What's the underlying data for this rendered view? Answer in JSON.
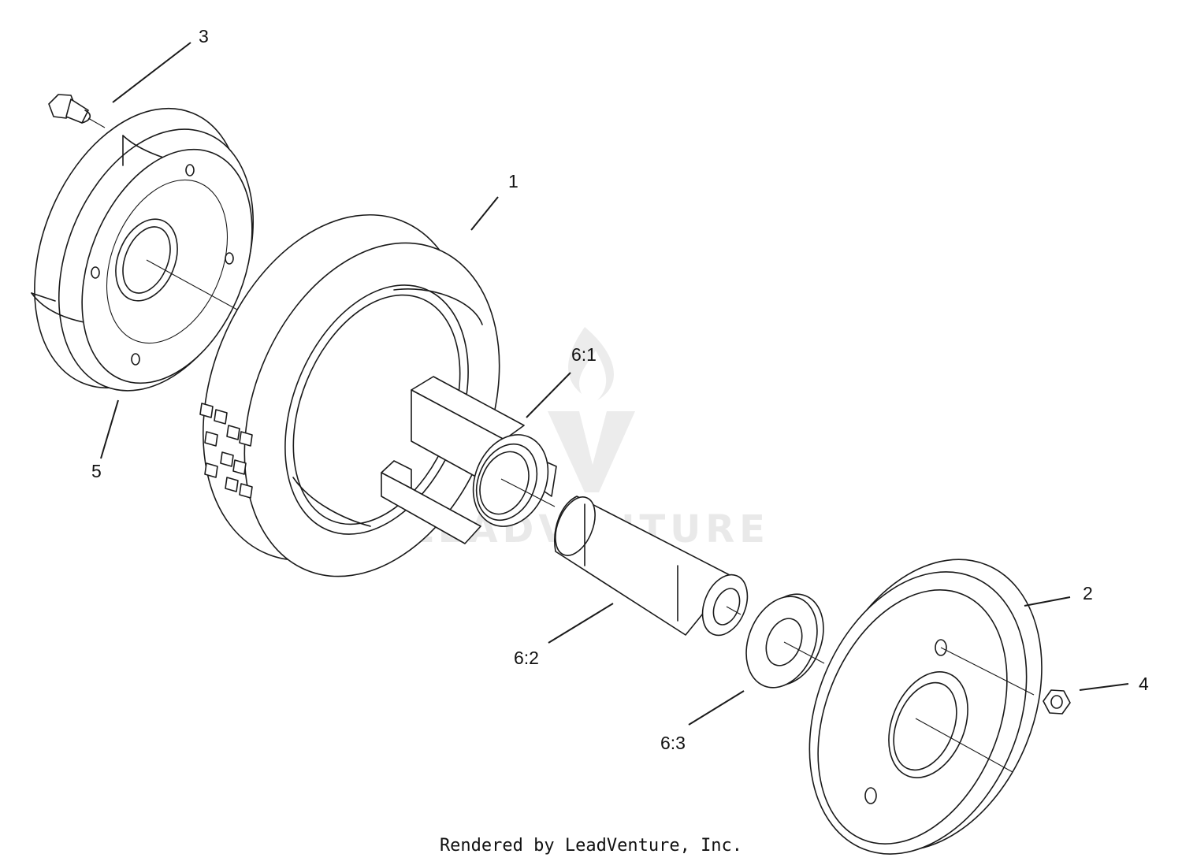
{
  "callouts": {
    "c1": "1",
    "c2": "2",
    "c3": "3",
    "c4": "4",
    "c5": "5",
    "c6_1": "6:1",
    "c6_2": "6:2",
    "c6_3": "6:3"
  },
  "watermark": {
    "text": "LEADVENTURE",
    "color": "#e9e9e9"
  },
  "footer": {
    "text": "Rendered by LeadVenture, Inc."
  },
  "icons": [
    "leadventure-logo-watermark"
  ]
}
